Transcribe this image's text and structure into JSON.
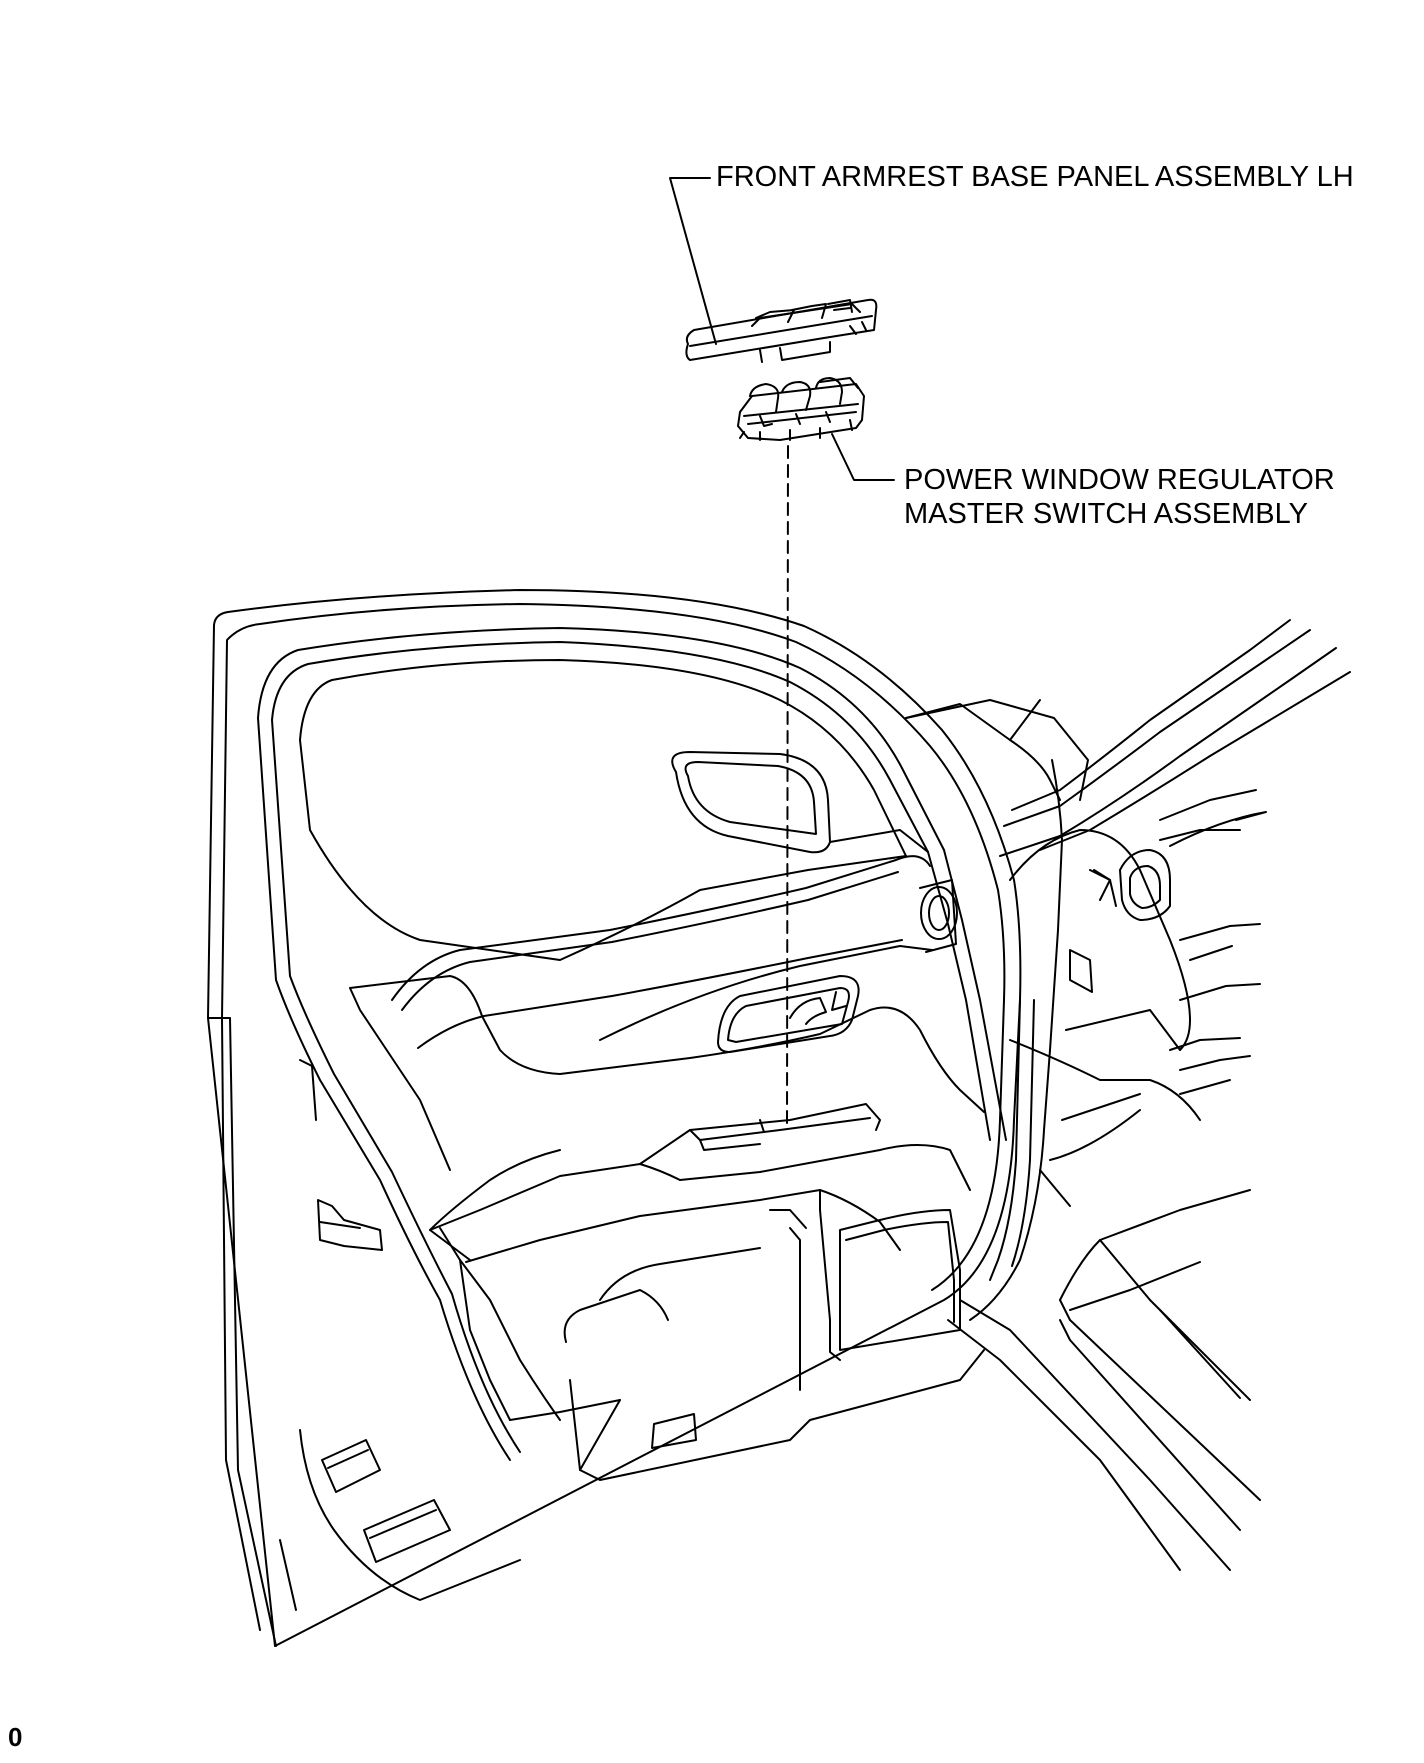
{
  "labels": {
    "armrest_panel": "FRONT ARMREST BASE PANEL ASSEMBLY LH",
    "master_switch_line1": "POWER WINDOW REGULATOR",
    "master_switch_line2": "MASTER SWITCH ASSEMBLY"
  },
  "figure_code": "0",
  "colors": {
    "line": "#000000",
    "background": "#ffffff"
  }
}
